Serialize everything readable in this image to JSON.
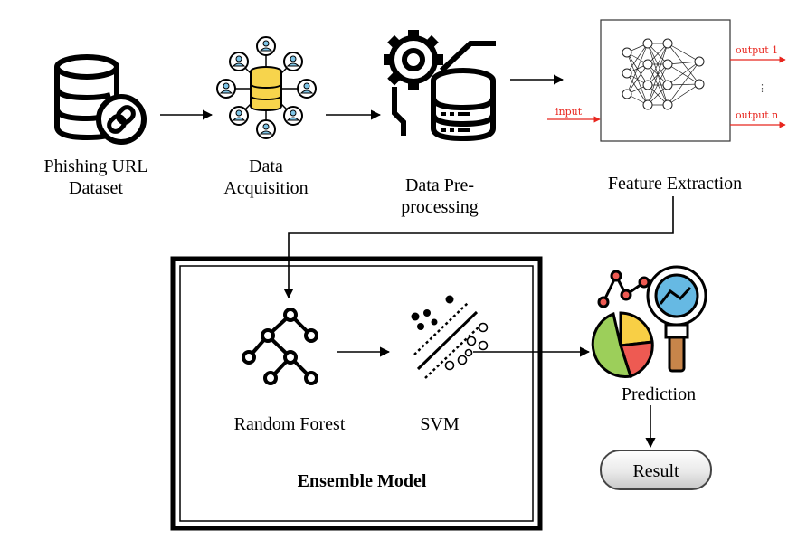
{
  "stages": {
    "dataset": {
      "line1": "Phishing URL",
      "line2": "Dataset"
    },
    "acquisition": {
      "line1": "Data",
      "line2": "Acquisition"
    },
    "preprocessing": {
      "line1": "Data Pre-",
      "line2": "processing"
    },
    "feature_extraction": {
      "label": "Feature Extraction"
    },
    "random_forest": {
      "label": "Random Forest"
    },
    "svm": {
      "label": "SVM"
    },
    "ensemble": {
      "label": "Ensemble Model"
    },
    "prediction": {
      "label": "Prediction"
    },
    "result": {
      "label": "Result"
    }
  },
  "network": {
    "input_label": "input",
    "output_first": "output 1",
    "output_last": "output n",
    "ellipsis": "⋮"
  },
  "colors": {
    "arrow": "#000000",
    "network_arrow": "#e8261e",
    "database_yellow": "#f7d44c",
    "person_blue": "#7fc6e8",
    "pie_green": "#9ccf5a",
    "pie_yellow": "#f8cf45",
    "pie_red": "#ee5a52",
    "magnifier_blue": "#66b9e3",
    "handle_brown": "#c7854a"
  },
  "icons": [
    "database-link-icon",
    "data-acquisition-icon",
    "gear-database-icon",
    "neural-network-icon",
    "tree-icon",
    "svm-icon",
    "prediction-analytics-icon"
  ]
}
